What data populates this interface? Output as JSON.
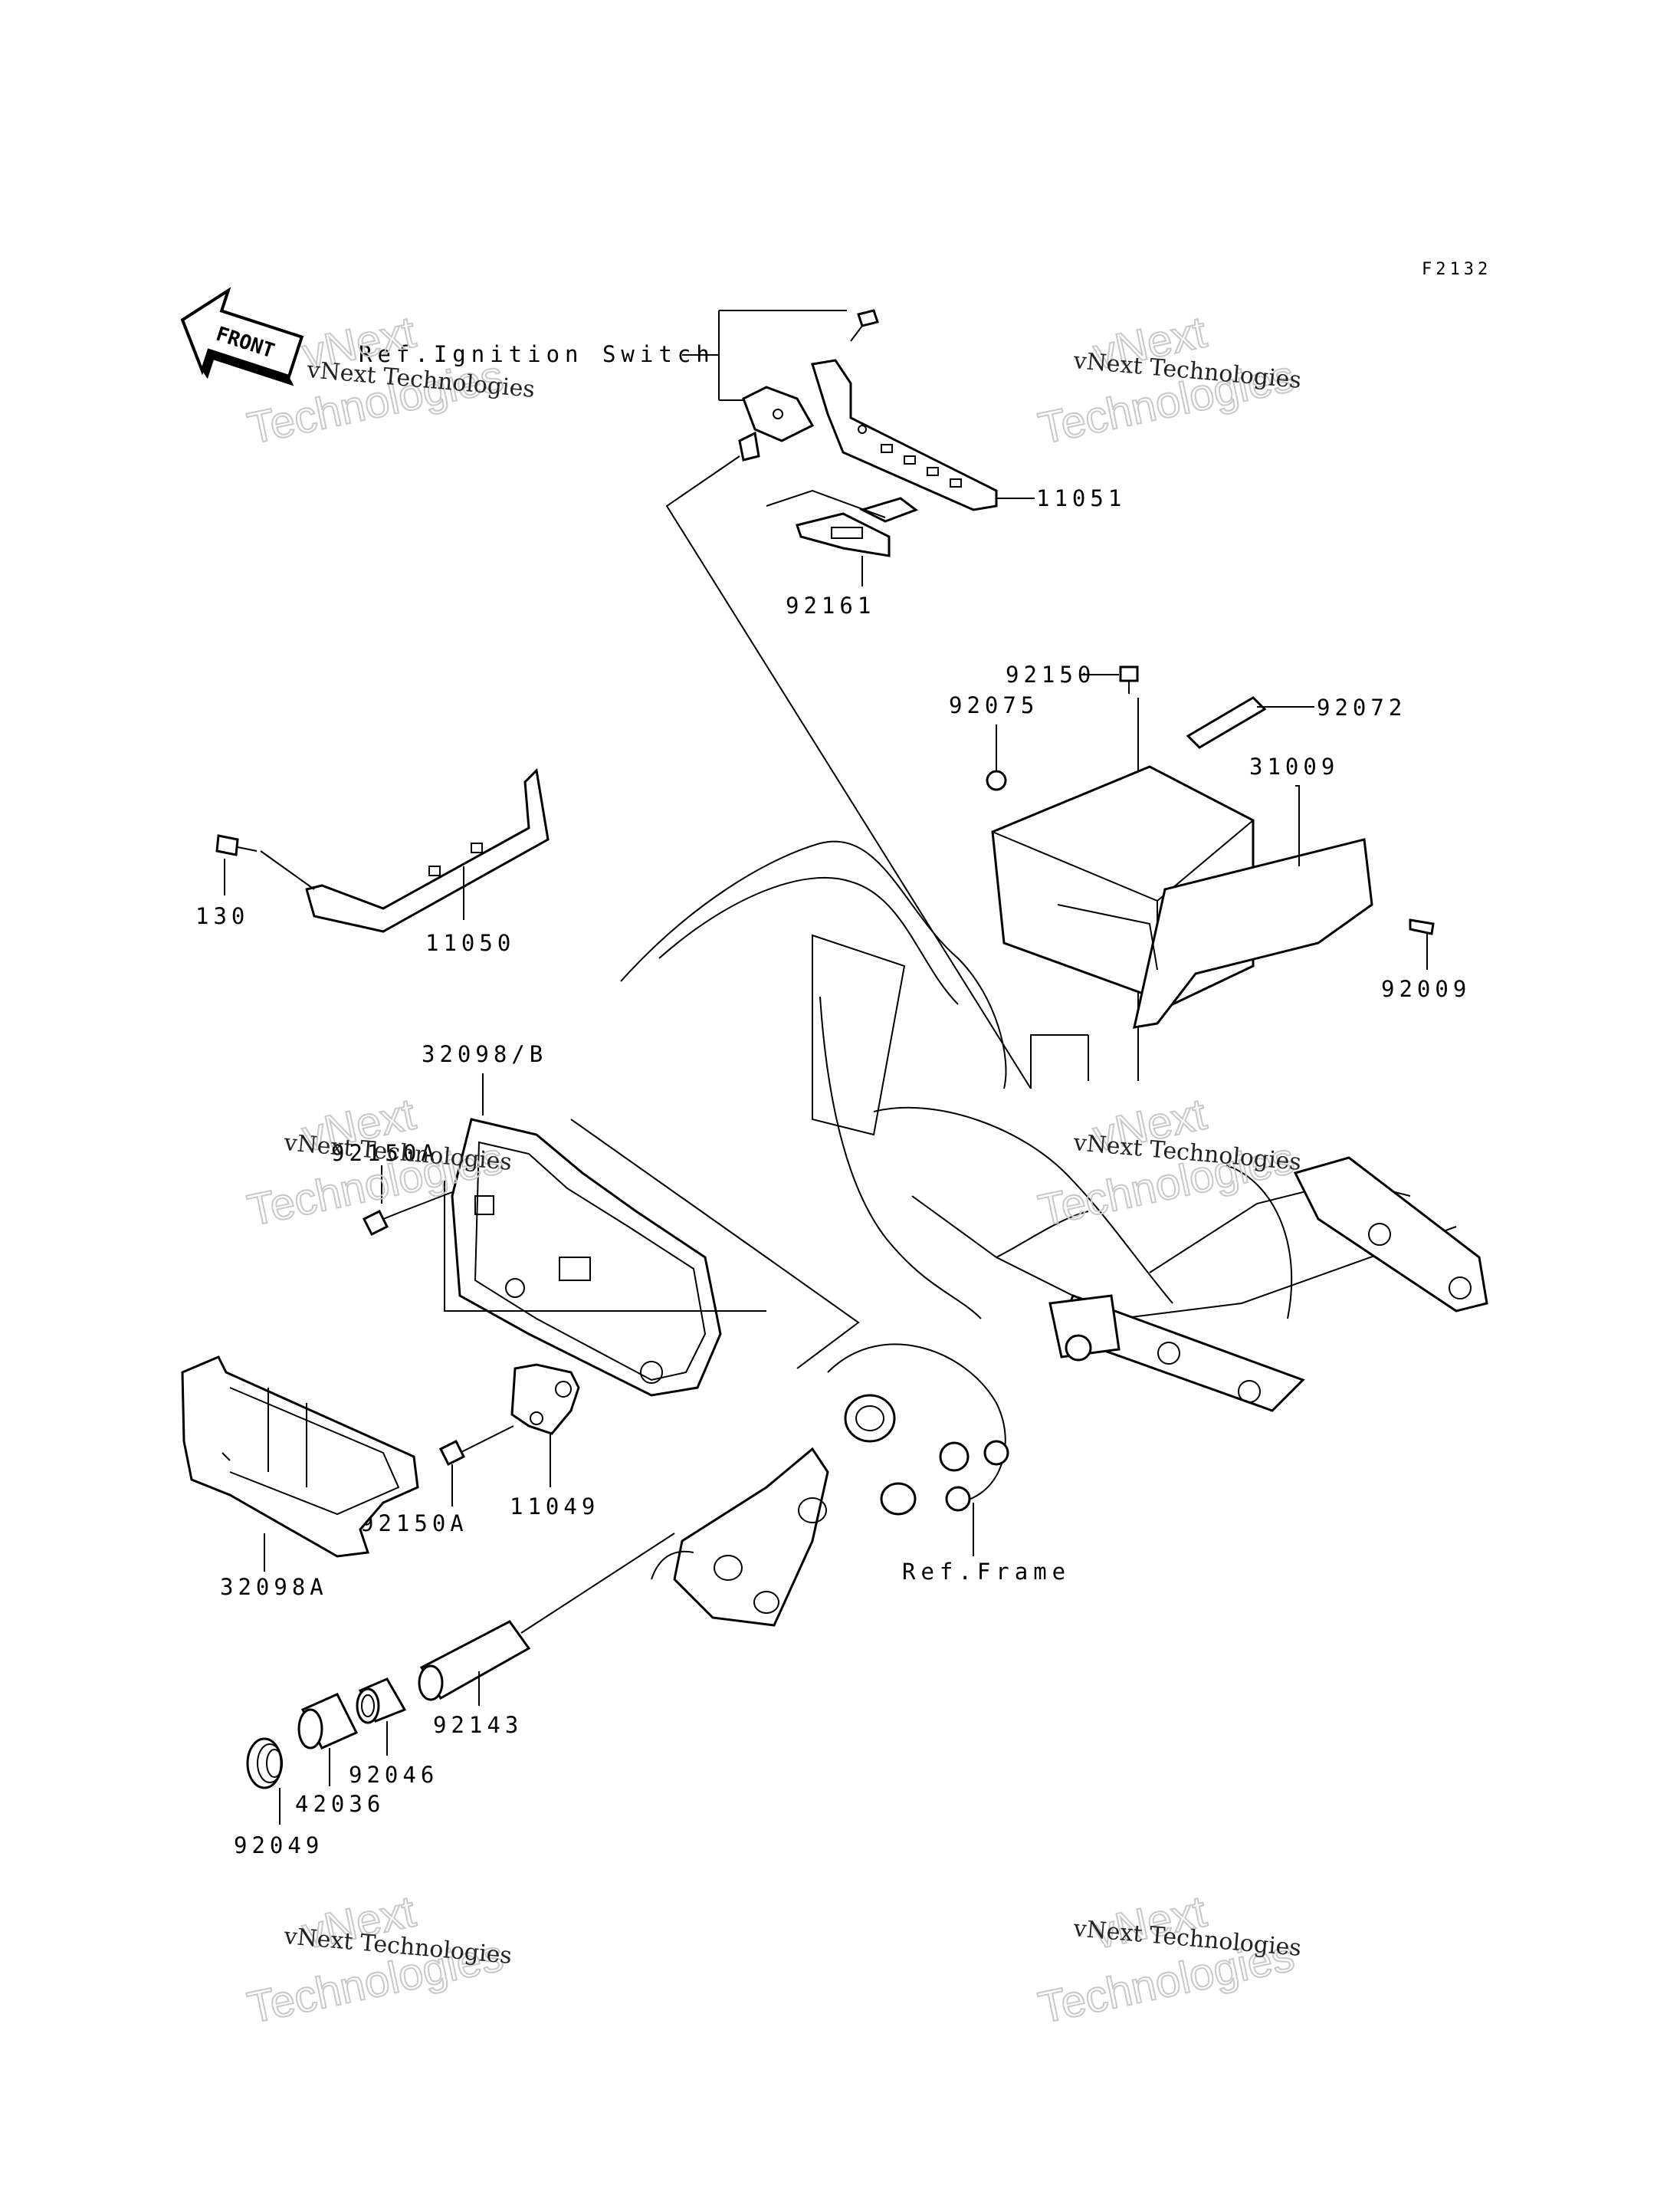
{
  "figure_code": "F2132",
  "front_arrow_label": "FRONT",
  "references": {
    "ignition_switch": "Ref.Ignition Switch",
    "frame": "Ref.Frame"
  },
  "part_numbers": {
    "p11051": "11051",
    "p92161": "92161",
    "p92150": "92150",
    "p92075": "92075",
    "p92072": "92072",
    "p31009": "31009",
    "p92009": "92009",
    "p130": "130",
    "p11050": "11050",
    "p32098B": "32098/B",
    "p92150A_top": "92150A",
    "p92150A_bottom": "92150A",
    "p11049": "11049",
    "p32098A": "32098A",
    "p92143": "92143",
    "p92046": "92046",
    "p42036": "42036",
    "p92049": "92049"
  },
  "watermark": {
    "brand_line": "vNext Technologies",
    "large_line": "Technologies",
    "small_line": "vNext"
  }
}
